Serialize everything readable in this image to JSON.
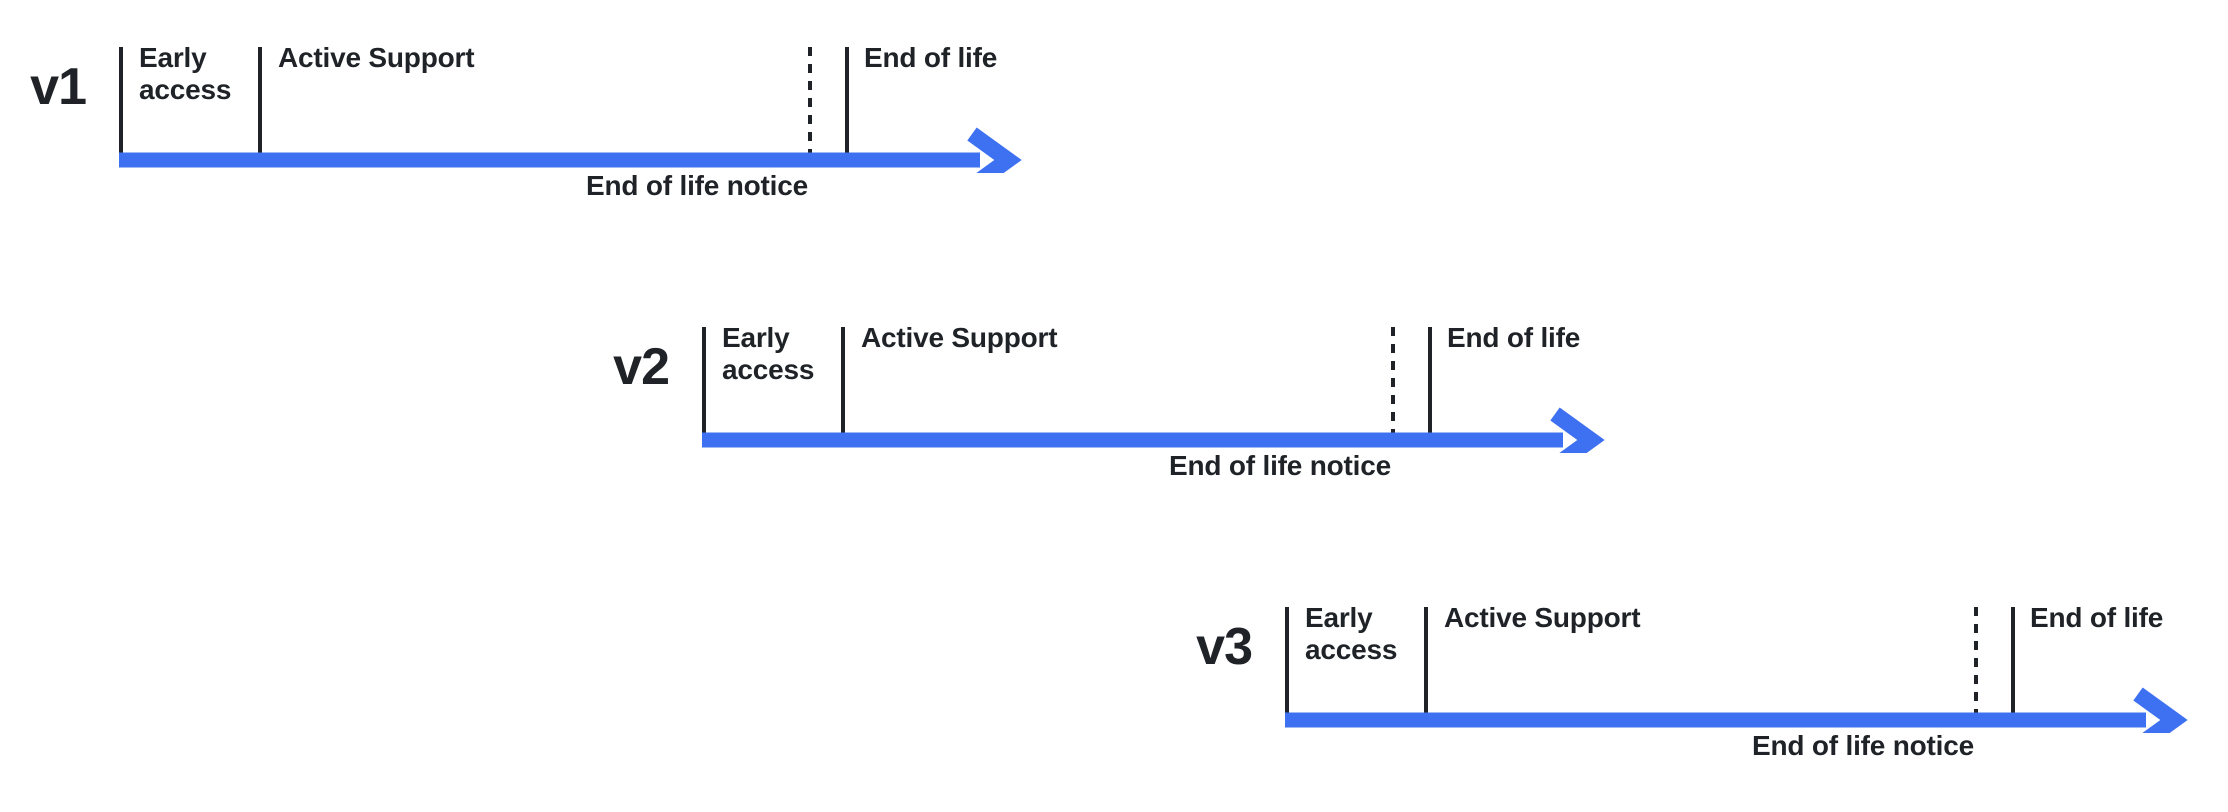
{
  "colors": {
    "arrow_blue": "#3E70F2",
    "ink": "#1F2328"
  },
  "timelines": [
    {
      "version": "v1",
      "early_access": "Early access",
      "active_support": "Active Support",
      "end_of_life": "End of life",
      "notice": "End of life notice"
    },
    {
      "version": "v2",
      "early_access": "Early access",
      "active_support": "Active Support",
      "end_of_life": "End of life",
      "notice": "End of life notice"
    },
    {
      "version": "v3",
      "early_access": "Early access",
      "active_support": "Active Support",
      "end_of_life": "End of life",
      "notice": "End of life notice"
    }
  ]
}
